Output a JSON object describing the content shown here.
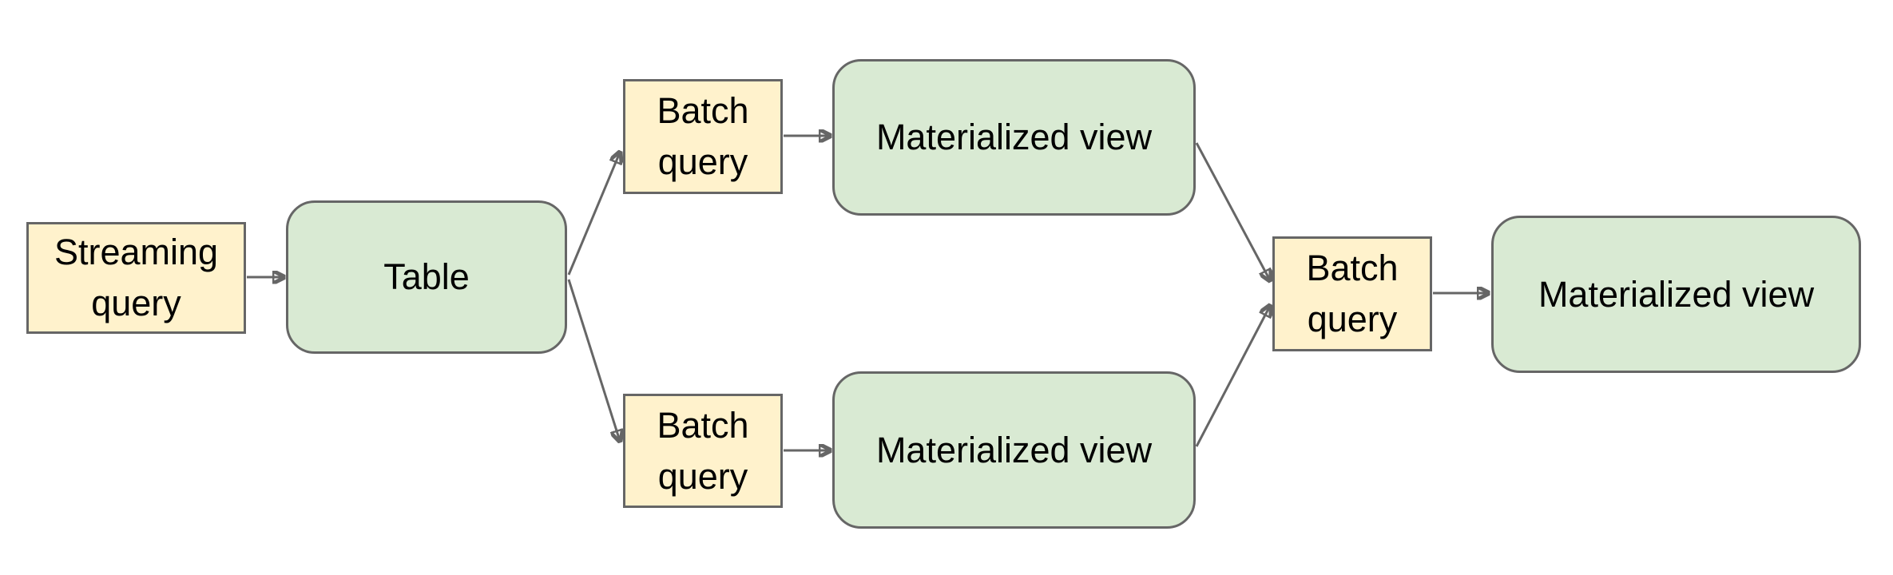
{
  "diagram": {
    "type": "flowchart",
    "background": "#ffffff",
    "colors": {
      "query_box_fill": "#fff2cc",
      "data_box_fill": "#d9ead3",
      "border": "#666666",
      "arrow": "#666666",
      "text": "#000000"
    },
    "nodes": {
      "streaming_query": {
        "label": "Streaming query",
        "shape": "rectangle",
        "fill": "yellow"
      },
      "table": {
        "label": "Table",
        "shape": "rounded-rectangle",
        "fill": "green"
      },
      "batch_query_top": {
        "label": "Batch query",
        "shape": "rectangle",
        "fill": "yellow"
      },
      "materialized_view_top": {
        "label": "Materialized view",
        "shape": "rounded-rectangle",
        "fill": "green"
      },
      "batch_query_bottom": {
        "label": "Batch query",
        "shape": "rectangle",
        "fill": "yellow"
      },
      "materialized_view_bottom": {
        "label": "Materialized view",
        "shape": "rounded-rectangle",
        "fill": "green"
      },
      "batch_query_right": {
        "label": "Batch query",
        "shape": "rectangle",
        "fill": "yellow"
      },
      "materialized_view_right": {
        "label": "Materialized view",
        "shape": "rounded-rectangle",
        "fill": "green"
      }
    },
    "edges": [
      {
        "from": "streaming_query",
        "to": "table"
      },
      {
        "from": "table",
        "to": "batch_query_top"
      },
      {
        "from": "table",
        "to": "batch_query_bottom"
      },
      {
        "from": "batch_query_top",
        "to": "materialized_view_top"
      },
      {
        "from": "batch_query_bottom",
        "to": "materialized_view_bottom"
      },
      {
        "from": "materialized_view_top",
        "to": "batch_query_right"
      },
      {
        "from": "materialized_view_bottom",
        "to": "batch_query_right"
      },
      {
        "from": "batch_query_right",
        "to": "materialized_view_right"
      }
    ]
  }
}
